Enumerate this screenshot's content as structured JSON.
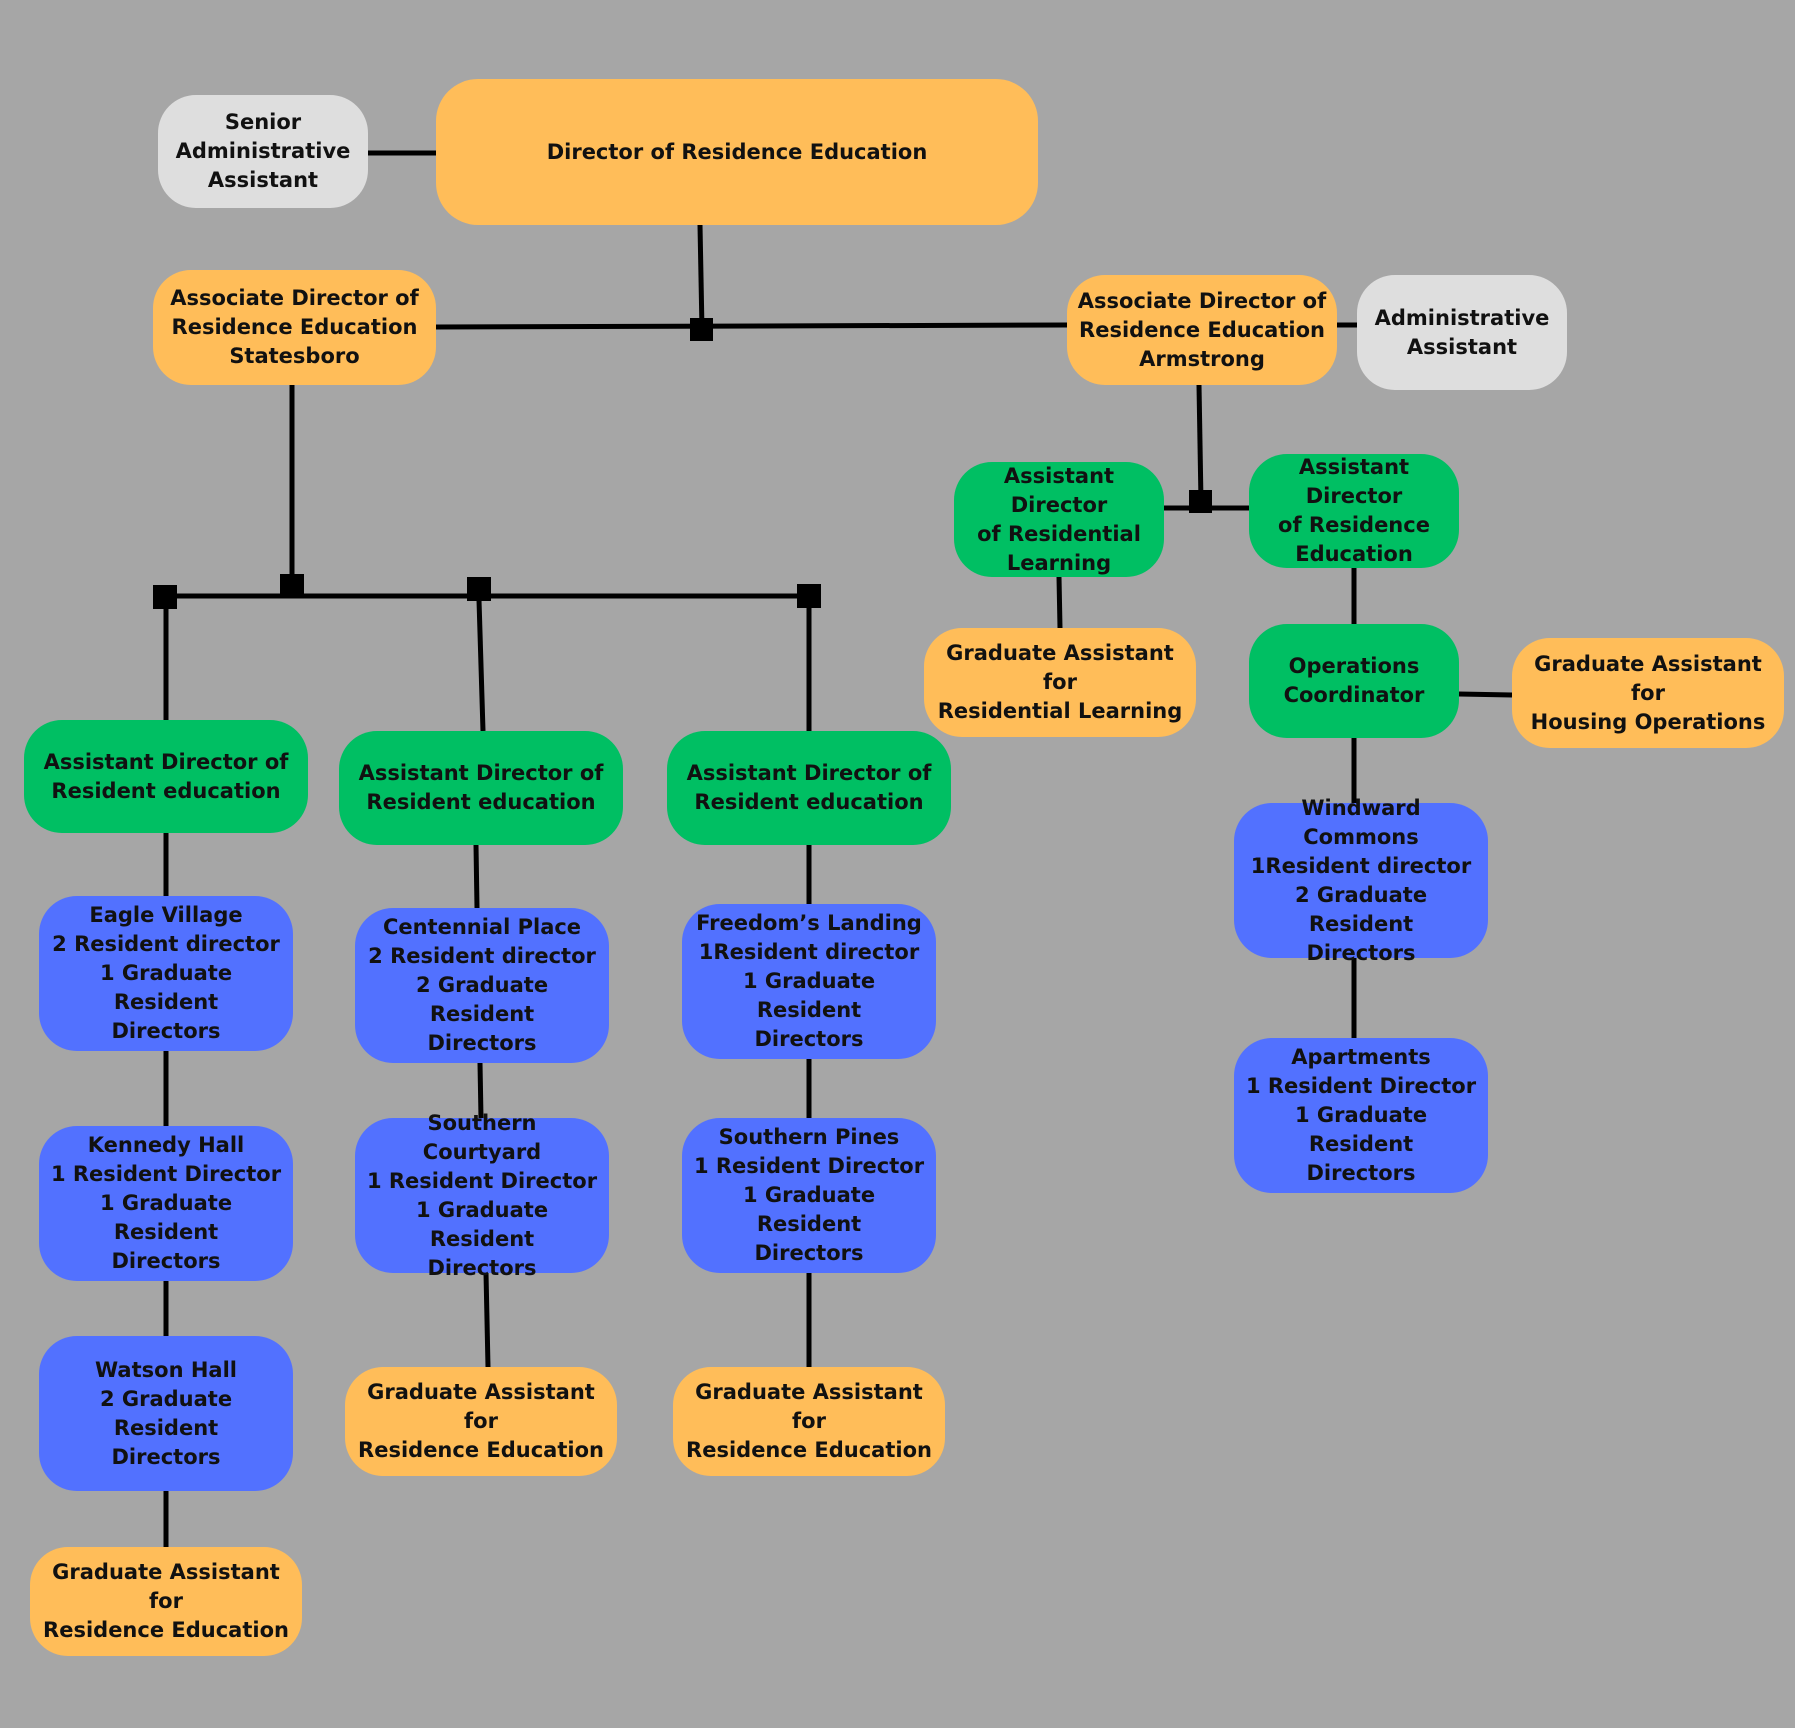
{
  "colors": {
    "background": "#a6a6a6",
    "gray": "#dedede",
    "orange": "#ffbd59",
    "green": "#00bf63",
    "blue": "#5271ff",
    "line": "#000000"
  },
  "nodes": {
    "senior_admin": "Senior\nAdministrative\nAssistant",
    "director": "Director of Residence Education",
    "assoc_statesboro": "Associate Director of\nResidence Education\nStatesboro",
    "assoc_armstrong": "Associate Director of\nResidence Education\nArmstrong",
    "admin_assistant": "Administrative\nAssistant",
    "asst_residential_learning": "Assistant Director\nof Residential\nLearning",
    "asst_residence_education": "Assistant Director\nof Residence\nEducation",
    "ga_residential_learning": "Graduate Assistant for\nResidential Learning",
    "operations_coordinator": "Operations\nCoordinator",
    "ga_housing_operations": "Graduate Assistant for\nHousing Operations",
    "windward_commons": "Windward Commons\n1Resident director\n2 Graduate Resident\nDirectors",
    "apartments": "Apartments\n1 Resident Director\n1 Graduate Resident\nDirectors",
    "asst_resident_ed_1": "Assistant Director of\nResident education",
    "asst_resident_ed_2": "Assistant Director of\nResident education",
    "asst_resident_ed_3": "Assistant Director of\nResident education",
    "eagle_village": "Eagle Village\n2 Resident director\n1 Graduate Resident\nDirectors",
    "kennedy_hall": "Kennedy Hall\n1 Resident Director\n1 Graduate Resident\nDirectors",
    "watson_hall": "Watson Hall\n2 Graduate Resident\nDirectors",
    "ga_residence_ed_1": "Graduate Assistant for\nResidence Education",
    "centennial_place": "Centennial Place\n2 Resident director\n2 Graduate Resident\nDirectors",
    "southern_courtyard": "Southern Courtyard\n1 Resident Director\n1 Graduate Resident\nDirectors",
    "ga_residence_ed_2": "Graduate Assistant for\nResidence Education",
    "freedoms_landing": "Freedom’s Landing\n1Resident director\n1 Graduate Resident\nDirectors",
    "southern_pines": "Southern Pines\n1 Resident Director\n1 Graduate Resident\nDirectors",
    "ga_residence_ed_3": "Graduate Assistant for\nResidence Education"
  }
}
